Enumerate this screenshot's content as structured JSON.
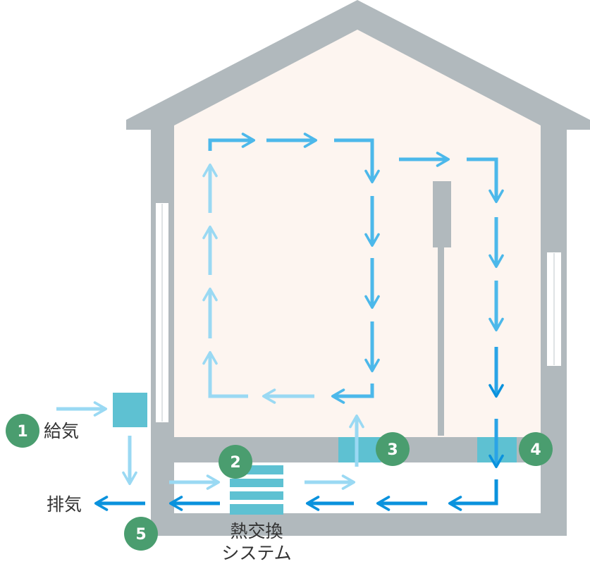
{
  "labels": {
    "supply": "給気",
    "exhaust": "排気",
    "system_line1": "熱交換",
    "system_line2": "システム"
  },
  "badges": {
    "b1": "1",
    "b2": "2",
    "b3": "3",
    "b4": "4",
    "b5": "5"
  },
  "colors": {
    "wall": "#b1b9bd",
    "interior": "#fdf5f0",
    "box": "#5ec1d2",
    "badge": "#4a9d6f",
    "arrow_light": "#9ad9f3",
    "arrow_mid": "#4cb8ea",
    "arrow_dark": "#0a92dd"
  }
}
